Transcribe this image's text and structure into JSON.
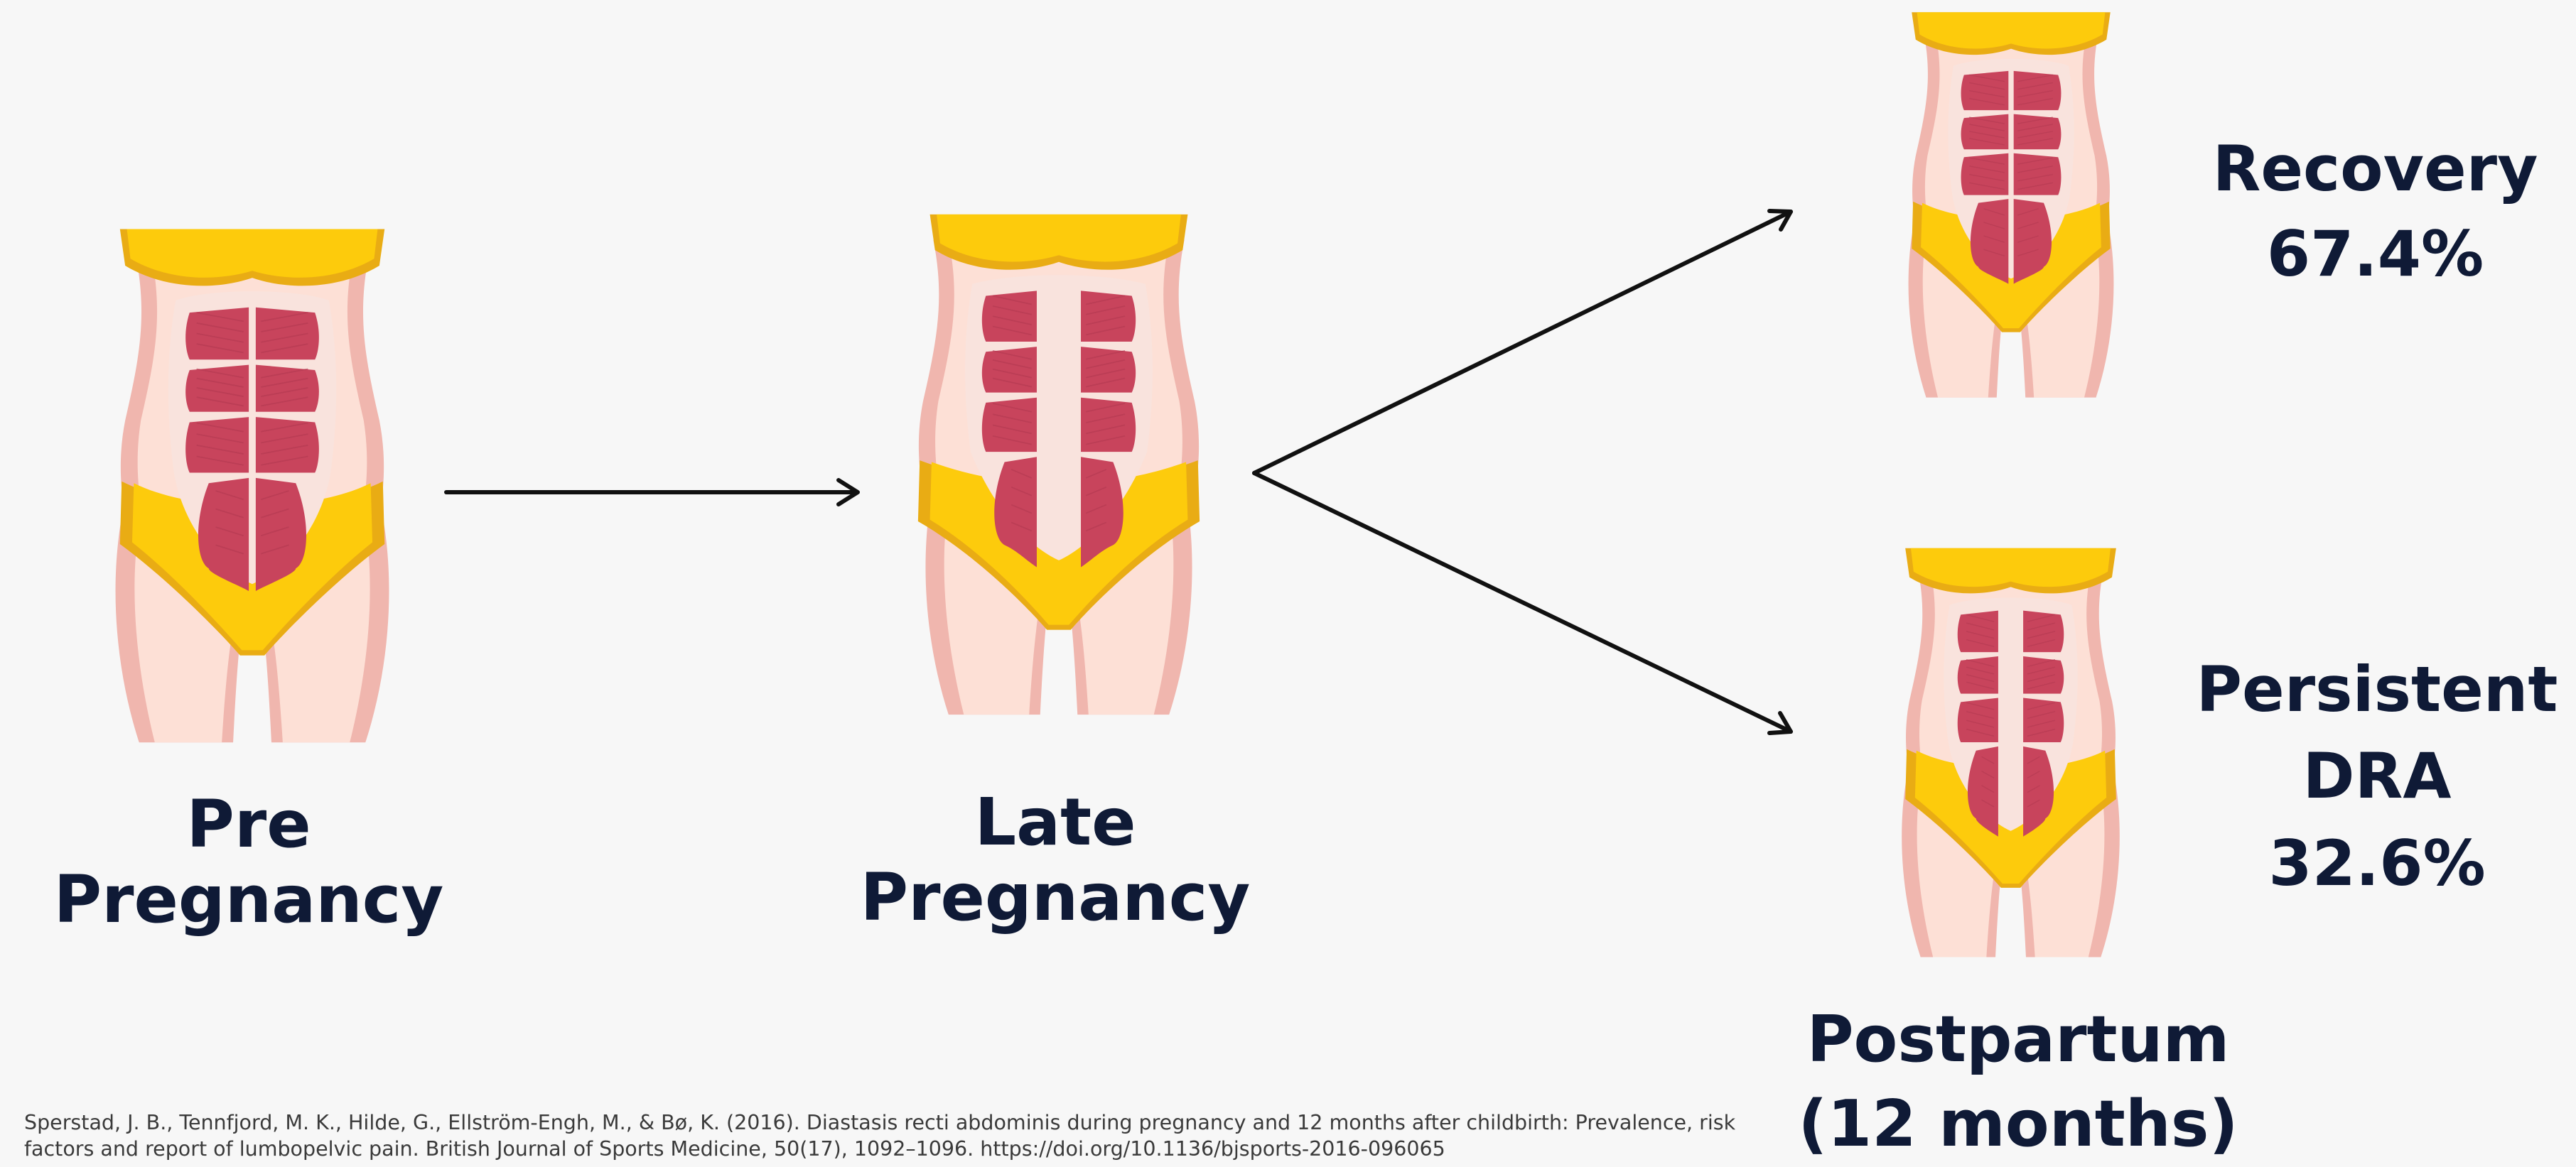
{
  "stages": {
    "pre": {
      "label": "Pre Pregnancy",
      "icon": "torso-pre-pregnancy-icon"
    },
    "late": {
      "label": "Late Pregnancy",
      "icon": "torso-late-pregnancy-icon"
    },
    "postpartum": {
      "label": "Postpartum\n(12 months)"
    }
  },
  "outcomes": {
    "recovery": {
      "label": "Recovery\n67.4%",
      "value": 67.4,
      "icon": "torso-recovered-icon"
    },
    "persistent": {
      "label": "Persistent\nDRA\n32.6%",
      "value": 32.6,
      "icon": "torso-persistent-dra-icon"
    }
  },
  "citation": "Sperstad, J. B., Tennfjord, M. K., Hilde, G., Ellström-Engh, M., & Bø, K. (2016). Diastasis recti abdominis during pregnancy and 12 months after childbirth: Prevalence, risk factors and report of lumbopelvic pain. British Journal of Sports Medicine, 50(17), 1092–1096. https://doi.org/10.1136/bjsports-2016-096065",
  "colors": {
    "background": "#f7f7f7",
    "skin": "#fde0d6",
    "skin_shadow": "#f0b6ae",
    "clothing": "#fdcb0c",
    "clothing_shade": "#e9ac14",
    "muscle": "#c8445c",
    "muscle_outline": "#f9e3dd",
    "text": "#0f1a36",
    "arrow": "#111111"
  }
}
